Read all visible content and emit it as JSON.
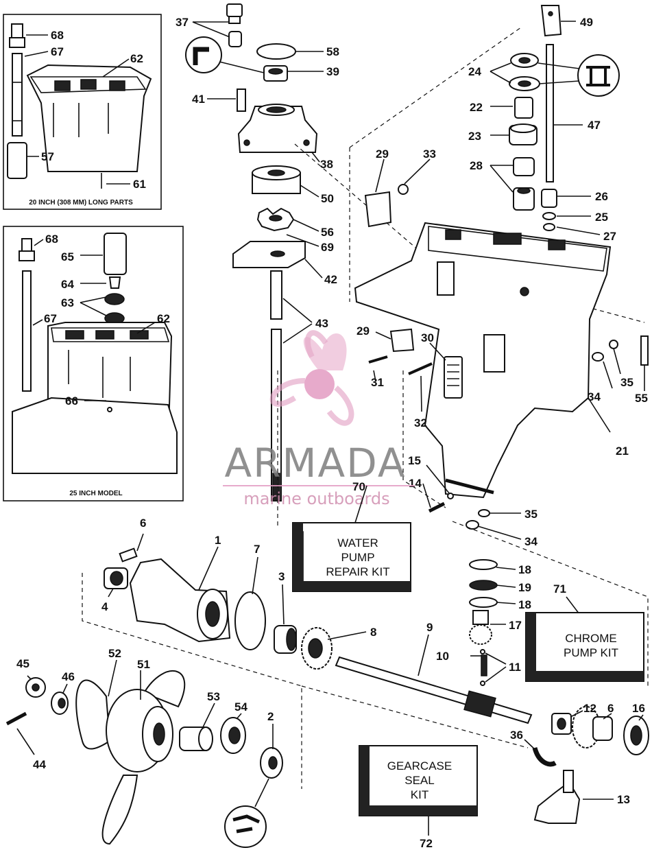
{
  "insets": {
    "top_caption": "20 INCH (308 MM) LONG PARTS",
    "bottom_caption": "25 INCH MODEL"
  },
  "kits": {
    "water_pump": [
      "WATER",
      "PUMP",
      "REPAIR KIT"
    ],
    "chrome_pump": [
      "CHROME",
      "PUMP KIT"
    ],
    "gearcase_seal": [
      "GEARCASE",
      "SEAL",
      "KIT"
    ]
  },
  "watermark": {
    "brand": "ARMADA",
    "tagline": "marine outboards",
    "colors": {
      "logo": "#e39cc2",
      "text": "#7d7d7d"
    }
  },
  "callouts": {
    "c68a": "68",
    "c67a": "67",
    "c62a": "62",
    "c57": "57",
    "c61": "61",
    "c68b": "68",
    "c65": "65",
    "c64": "64",
    "c63": "63",
    "c67b": "67",
    "c62b": "62",
    "c66": "66",
    "c37": "37",
    "c58": "58",
    "c39": "39",
    "c41": "41",
    "c38": "38",
    "c50": "50",
    "c56": "56",
    "c69": "69",
    "c42": "42",
    "c43": "43",
    "c49": "49",
    "c24": "24",
    "c22": "22",
    "c47": "47",
    "c23": "23",
    "c28": "28",
    "c26": "26",
    "c25": "25",
    "c27": "27",
    "c29a": "29",
    "c33": "33",
    "c29b": "29",
    "c30": "30",
    "c31": "31",
    "c32": "32",
    "c35a": "35",
    "c34a": "34",
    "c55": "55",
    "c21": "21",
    "c15": "15",
    "c14": "14",
    "c70": "70",
    "c35b": "35",
    "c34b": "34",
    "c6a": "6",
    "c1": "1",
    "c7": "7",
    "c3": "3",
    "c4": "4",
    "c8": "8",
    "c18a": "18",
    "c19": "19",
    "c18b": "18",
    "c71": "71",
    "c17": "17",
    "c9": "9",
    "c10": "10",
    "c11": "11",
    "c45": "45",
    "c46": "46",
    "c52": "52",
    "c51": "51",
    "c53": "53",
    "c54": "54",
    "c2": "2",
    "c44": "44",
    "c12": "12",
    "c6b": "6",
    "c16": "16",
    "c36": "36",
    "c13": "13",
    "c72": "72"
  }
}
